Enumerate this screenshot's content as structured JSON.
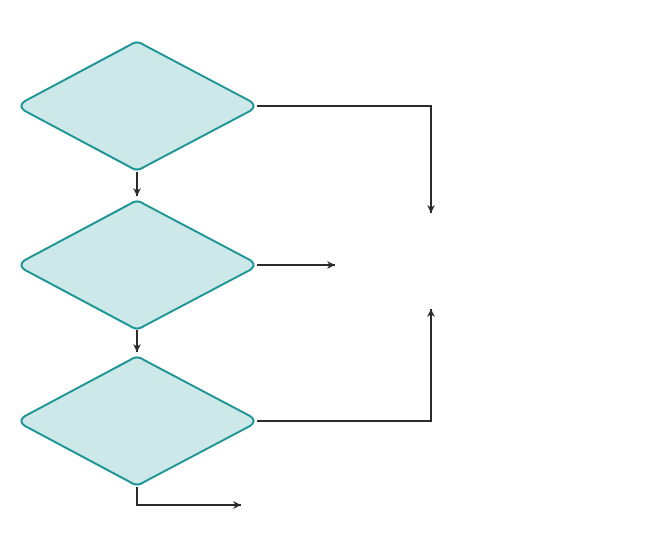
{
  "diagram": {
    "type": "flowchart",
    "colors": {
      "decision_fill": "#cce8e8",
      "decision_stroke": "#1a9393",
      "connector": "#2b2b2b",
      "background": "#ffffff"
    },
    "nodes": [
      {
        "id": "decision-1",
        "shape": "diamond",
        "text": ""
      },
      {
        "id": "decision-2",
        "shape": "diamond",
        "text": ""
      },
      {
        "id": "decision-3",
        "shape": "diamond",
        "text": ""
      }
    ],
    "edges": [
      {
        "from": "decision-1",
        "to": "decision-2",
        "label": ""
      },
      {
        "from": "decision-2",
        "to": "decision-3",
        "label": ""
      },
      {
        "from": "decision-1",
        "to": "right-upper-target",
        "label": ""
      },
      {
        "from": "decision-2",
        "to": "right-middle-target",
        "label": ""
      },
      {
        "from": "decision-3",
        "to": "right-lower-target",
        "label": ""
      },
      {
        "from": "decision-3",
        "to": "bottom-target",
        "label": ""
      }
    ]
  }
}
